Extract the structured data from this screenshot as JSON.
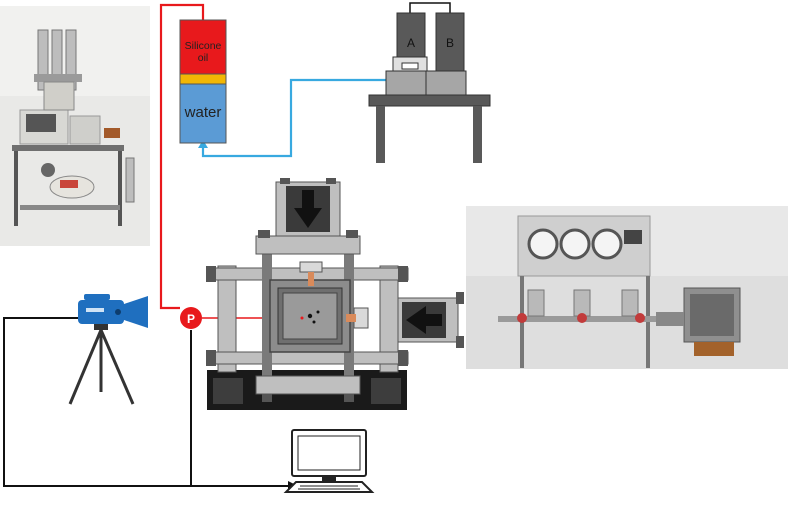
{
  "cylinder": {
    "oil_label_line1": "Silicone",
    "oil_label_line2": "oil",
    "water_label": "water"
  },
  "pump": {
    "label_a": "A",
    "label_b": "B"
  },
  "pressure_sensor": {
    "label": "P"
  },
  "colors": {
    "oil": "#e8191c",
    "interface": "#f2b705",
    "water": "#5b9bd5",
    "red_line": "#e8191c",
    "blue_line": "#38a9e0",
    "camera": "#1f6fbf"
  },
  "photos": {
    "left_apparatus": "photo-pump-rig",
    "right_apparatus": "photo-triaxial-panel"
  }
}
